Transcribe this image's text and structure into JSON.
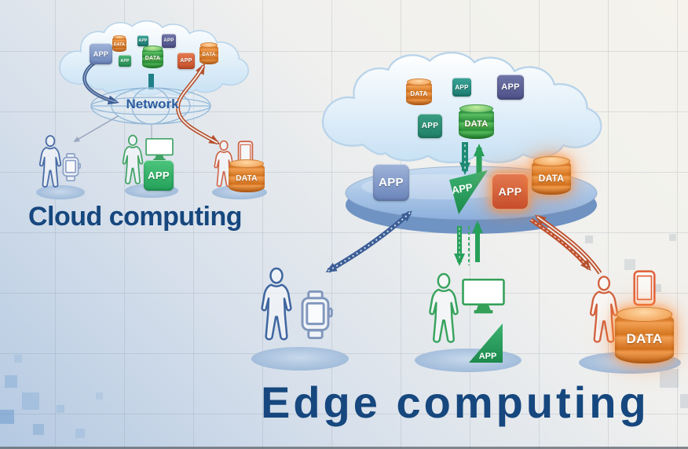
{
  "sections": {
    "cloud_computing": {
      "title": "Cloud computing",
      "cloud_icons": [
        "app-blue",
        "data-orange",
        "app-teal",
        "app-navy",
        "app-green",
        "data-green",
        "app-red",
        "data-orange"
      ],
      "endpoints": [
        "person-with-smartwatch",
        "person-with-monitor-and-app",
        "person-with-phone-and-data"
      ]
    },
    "edge_computing": {
      "title": "Edge computing",
      "cloud_icons": [
        "data-orange",
        "app-teal",
        "app-navy",
        "app-green",
        "data-green"
      ],
      "disc_icons": [
        "app-blue",
        "app-triangle-green",
        "app-red",
        "data-orange"
      ],
      "endpoints": [
        "person-with-smartwatch",
        "person-with-monitor-and-app",
        "person-with-phone-and-data"
      ]
    }
  },
  "network_label": "Network",
  "badge_labels": {
    "app": "APP",
    "data": "DATA"
  },
  "colors": {
    "title_text": "#16477e",
    "network_text": "#2b5d9e",
    "app_blue": "#7c95c6",
    "app_teal": "#2b8c80",
    "app_navy": "#5a5d96",
    "app_green": "#2fa05f",
    "app_red": "#d55f3a",
    "data_orange": "#e6873c",
    "data_green": "#43b152",
    "edge_disc": "#8fb1dc",
    "person_blue": "#47689f",
    "person_green": "#3aa55e",
    "person_orange": "#d2603d"
  }
}
